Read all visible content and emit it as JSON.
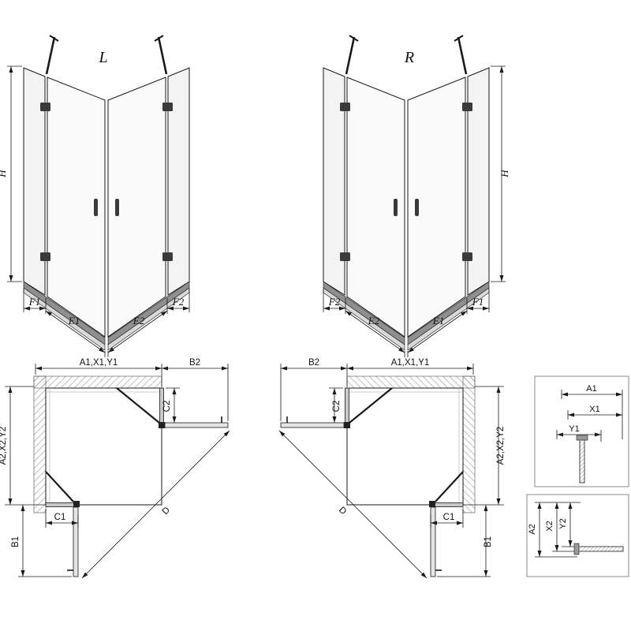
{
  "front_left": {
    "title": "L",
    "h": "H",
    "f1": "F1",
    "e1": "E1",
    "e2": "E2",
    "f2": "F2"
  },
  "front_right": {
    "title": "R",
    "h": "H",
    "f1": "F1",
    "e1": "E1",
    "e2": "E2",
    "f2": "F2"
  },
  "plan_left": {
    "a1": "A1,X1,Y1",
    "b2": "B2",
    "c2": "C2",
    "a2": "A2,X2,Y2",
    "c1": "C1",
    "b1": "B1",
    "d": "D"
  },
  "plan_right": {
    "a1": "A1,X1,Y1",
    "b2": "B2",
    "c2": "C2",
    "a2": "A2,X2,Y2",
    "c1": "C1",
    "b1": "B1",
    "d": "D"
  },
  "detail_top": {
    "a1": "A1",
    "x1": "X1",
    "y1": "Y1"
  },
  "detail_bottom": {
    "a2": "A2",
    "x2": "X2",
    "y2": "Y2"
  },
  "colors": {
    "line": "#1a1a1a",
    "glass": "#f6f6f6",
    "tray_dark": "#8f8f8f",
    "tray_light": "#d9d9d9",
    "hardware": "#3a3a3a"
  }
}
